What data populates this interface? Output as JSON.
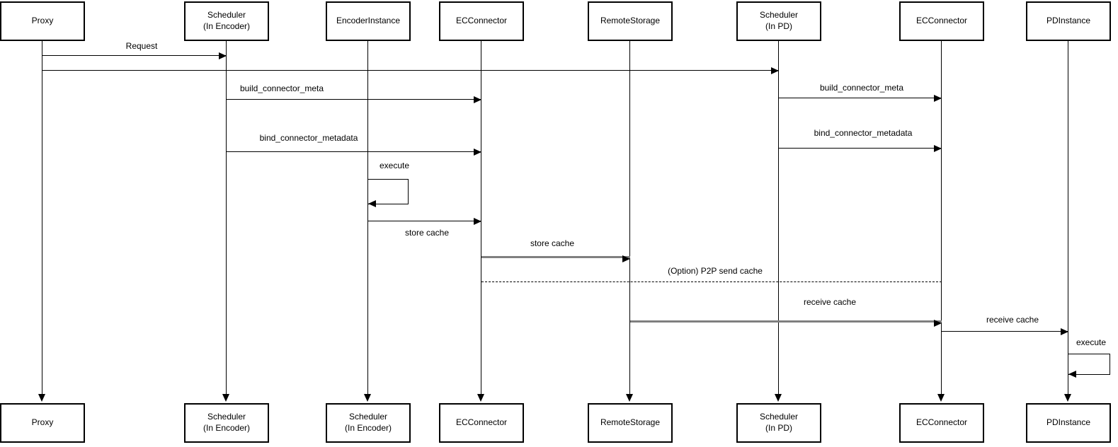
{
  "diagram": {
    "kind": "uml-sequence-diagram",
    "colors": {
      "background": "#ffffff",
      "line": "#000000",
      "muted_arrow": "#7f7f7f",
      "box_fill": "#ffffff",
      "text": "#000000"
    }
  },
  "actors": [
    {
      "top": "Proxy",
      "bottom": "Proxy"
    },
    {
      "top": "Scheduler\n(In Encoder)",
      "bottom": "Scheduler\n(In Encoder)"
    },
    {
      "top": "EncoderInstance",
      "bottom": "Scheduler\n(In Encoder)"
    },
    {
      "top": "ECConnector",
      "bottom": "ECConnector"
    },
    {
      "top": "RemoteStorage",
      "bottom": "RemoteStorage"
    },
    {
      "top": "Scheduler\n(In PD)",
      "bottom": "Scheduler\n(In PD)"
    },
    {
      "top": "ECConnector",
      "bottom": "ECConnector"
    },
    {
      "top": "PDInstance",
      "bottom": "PDInstance"
    }
  ],
  "messages": [
    {
      "label": "Request",
      "from": "Proxy",
      "to": "Scheduler (In Encoder)",
      "style": "solid"
    },
    {
      "label": "",
      "from": "Proxy",
      "to": "Scheduler (In PD)",
      "style": "solid"
    },
    {
      "label": "build_connector_meta",
      "from": "Scheduler (In Encoder)",
      "to": "ECConnector",
      "style": "solid"
    },
    {
      "label": "build_connector_meta",
      "from": "Scheduler (In PD)",
      "to": "ECConnector",
      "style": "solid"
    },
    {
      "label": "bind_connector_metadata",
      "from": "Scheduler (In Encoder)",
      "to": "ECConnector",
      "style": "solid"
    },
    {
      "label": "bind_connector_metadata",
      "from": "Scheduler (In PD)",
      "to": "ECConnector",
      "style": "solid"
    },
    {
      "label": "execute",
      "from": "EncoderInstance",
      "to": "EncoderInstance",
      "style": "self"
    },
    {
      "label": "store cache",
      "from": "EncoderInstance",
      "to": "ECConnector",
      "style": "solid"
    },
    {
      "label": "store cache",
      "from": "ECConnector",
      "to": "RemoteStorage",
      "style": "gray"
    },
    {
      "label": "(Option) P2P send cache",
      "from": "ECConnector",
      "to": "ECConnector",
      "style": "dashed"
    },
    {
      "label": "receive cache",
      "from": "RemoteStorage",
      "to": "ECConnector",
      "style": "gray"
    },
    {
      "label": "receive cache",
      "from": "ECConnector",
      "to": "PDInstance",
      "style": "solid"
    },
    {
      "label": "execute",
      "from": "PDInstance",
      "to": "PDInstance",
      "style": "self"
    }
  ]
}
